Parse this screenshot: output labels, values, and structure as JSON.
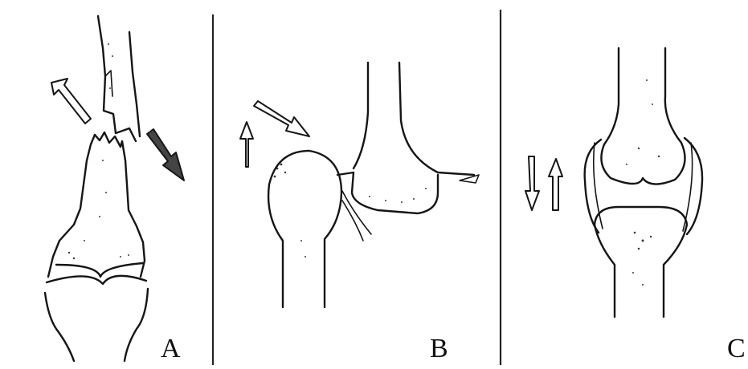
{
  "panels": [
    {
      "label": "A"
    },
    {
      "label": "B"
    },
    {
      "label": "C"
    }
  ],
  "colors": {
    "ink": "#151515",
    "background": "#ffffff"
  },
  "icons": [
    "arrow-outward-left",
    "arrow-outward-right",
    "arrow-up",
    "arrow-diagonal",
    "arrow-down",
    "arrow-up-small"
  ]
}
